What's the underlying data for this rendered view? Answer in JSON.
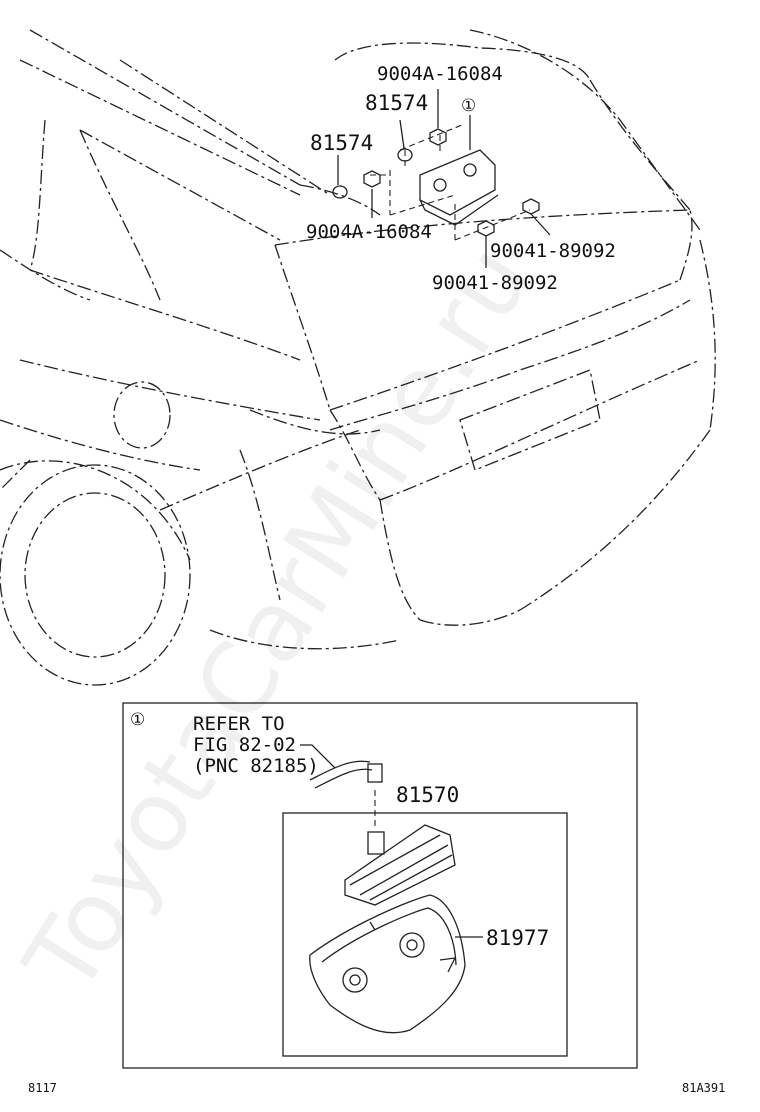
{
  "labels": {
    "p_9004A_top": "9004A-16084",
    "p_81574_upper": "81574",
    "p_81574_left": "81574",
    "p_9004A_bottom": "9004A-16084",
    "p_90041_right": "90041-89092",
    "p_90041_bottom": "90041-89092",
    "callout_top": "①",
    "callout_box": "①",
    "refer_line1": "REFER TO",
    "refer_line2": "FIG 82-02",
    "refer_line3": "(PNC 82185)",
    "p_81570": "81570",
    "p_81977": "81977",
    "footer_left": "8117",
    "footer_right": "81A391",
    "watermark": "ToyotaCarMine.ru"
  }
}
